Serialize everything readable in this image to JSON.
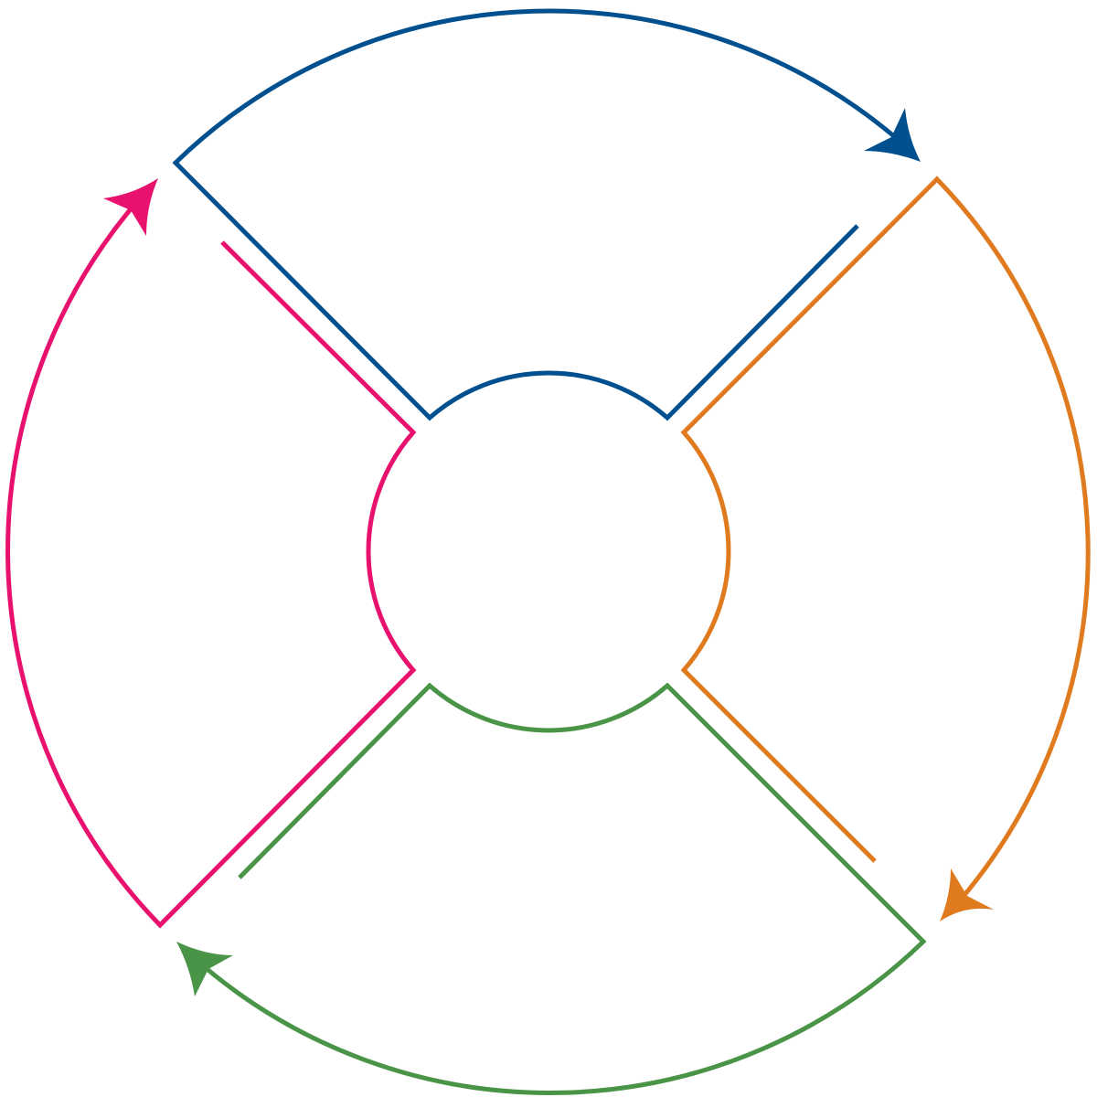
{
  "diagram": {
    "segments": [
      {
        "name": "top",
        "color": "#00508f"
      },
      {
        "name": "right",
        "color": "#e07a1f"
      },
      {
        "name": "bottom",
        "color": "#4a9447"
      },
      {
        "name": "left",
        "color": "#e8116e"
      }
    ]
  }
}
